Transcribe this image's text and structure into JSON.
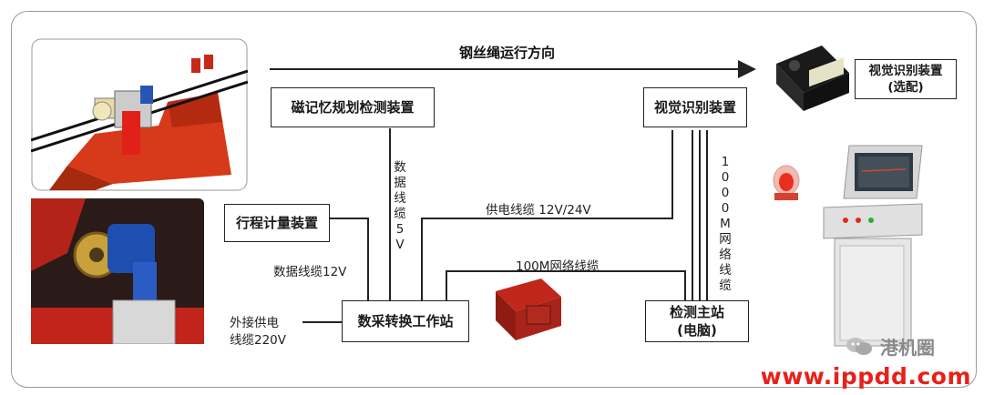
{
  "direction_label": "钢丝绳运行方向",
  "boxes": {
    "magnetic": "磁记忆规划检测装置",
    "visual": "视觉识别装置",
    "visual_optional": "视觉识别装置\n(选配)",
    "stroke": "行程计量装置",
    "daq": "数采转换工作站",
    "master": "检测主站\n(电脑)"
  },
  "labels": {
    "data_cable_5v": "数据线缆5V",
    "power_cable": "供电线缆 12V/24V",
    "network_1000m": "1000M网络线缆",
    "network_100m": "100M网络线缆",
    "data_cable_12v": "数据线缆12V",
    "external_power_1": "外接供电",
    "external_power_2": "线缆220V"
  },
  "watermark": "www.ippdd.com",
  "wechat_name": "港机圈",
  "colors": {
    "accent_red": "#e8201a",
    "machine_blue": "#1d4fb0",
    "line": "#222222"
  }
}
